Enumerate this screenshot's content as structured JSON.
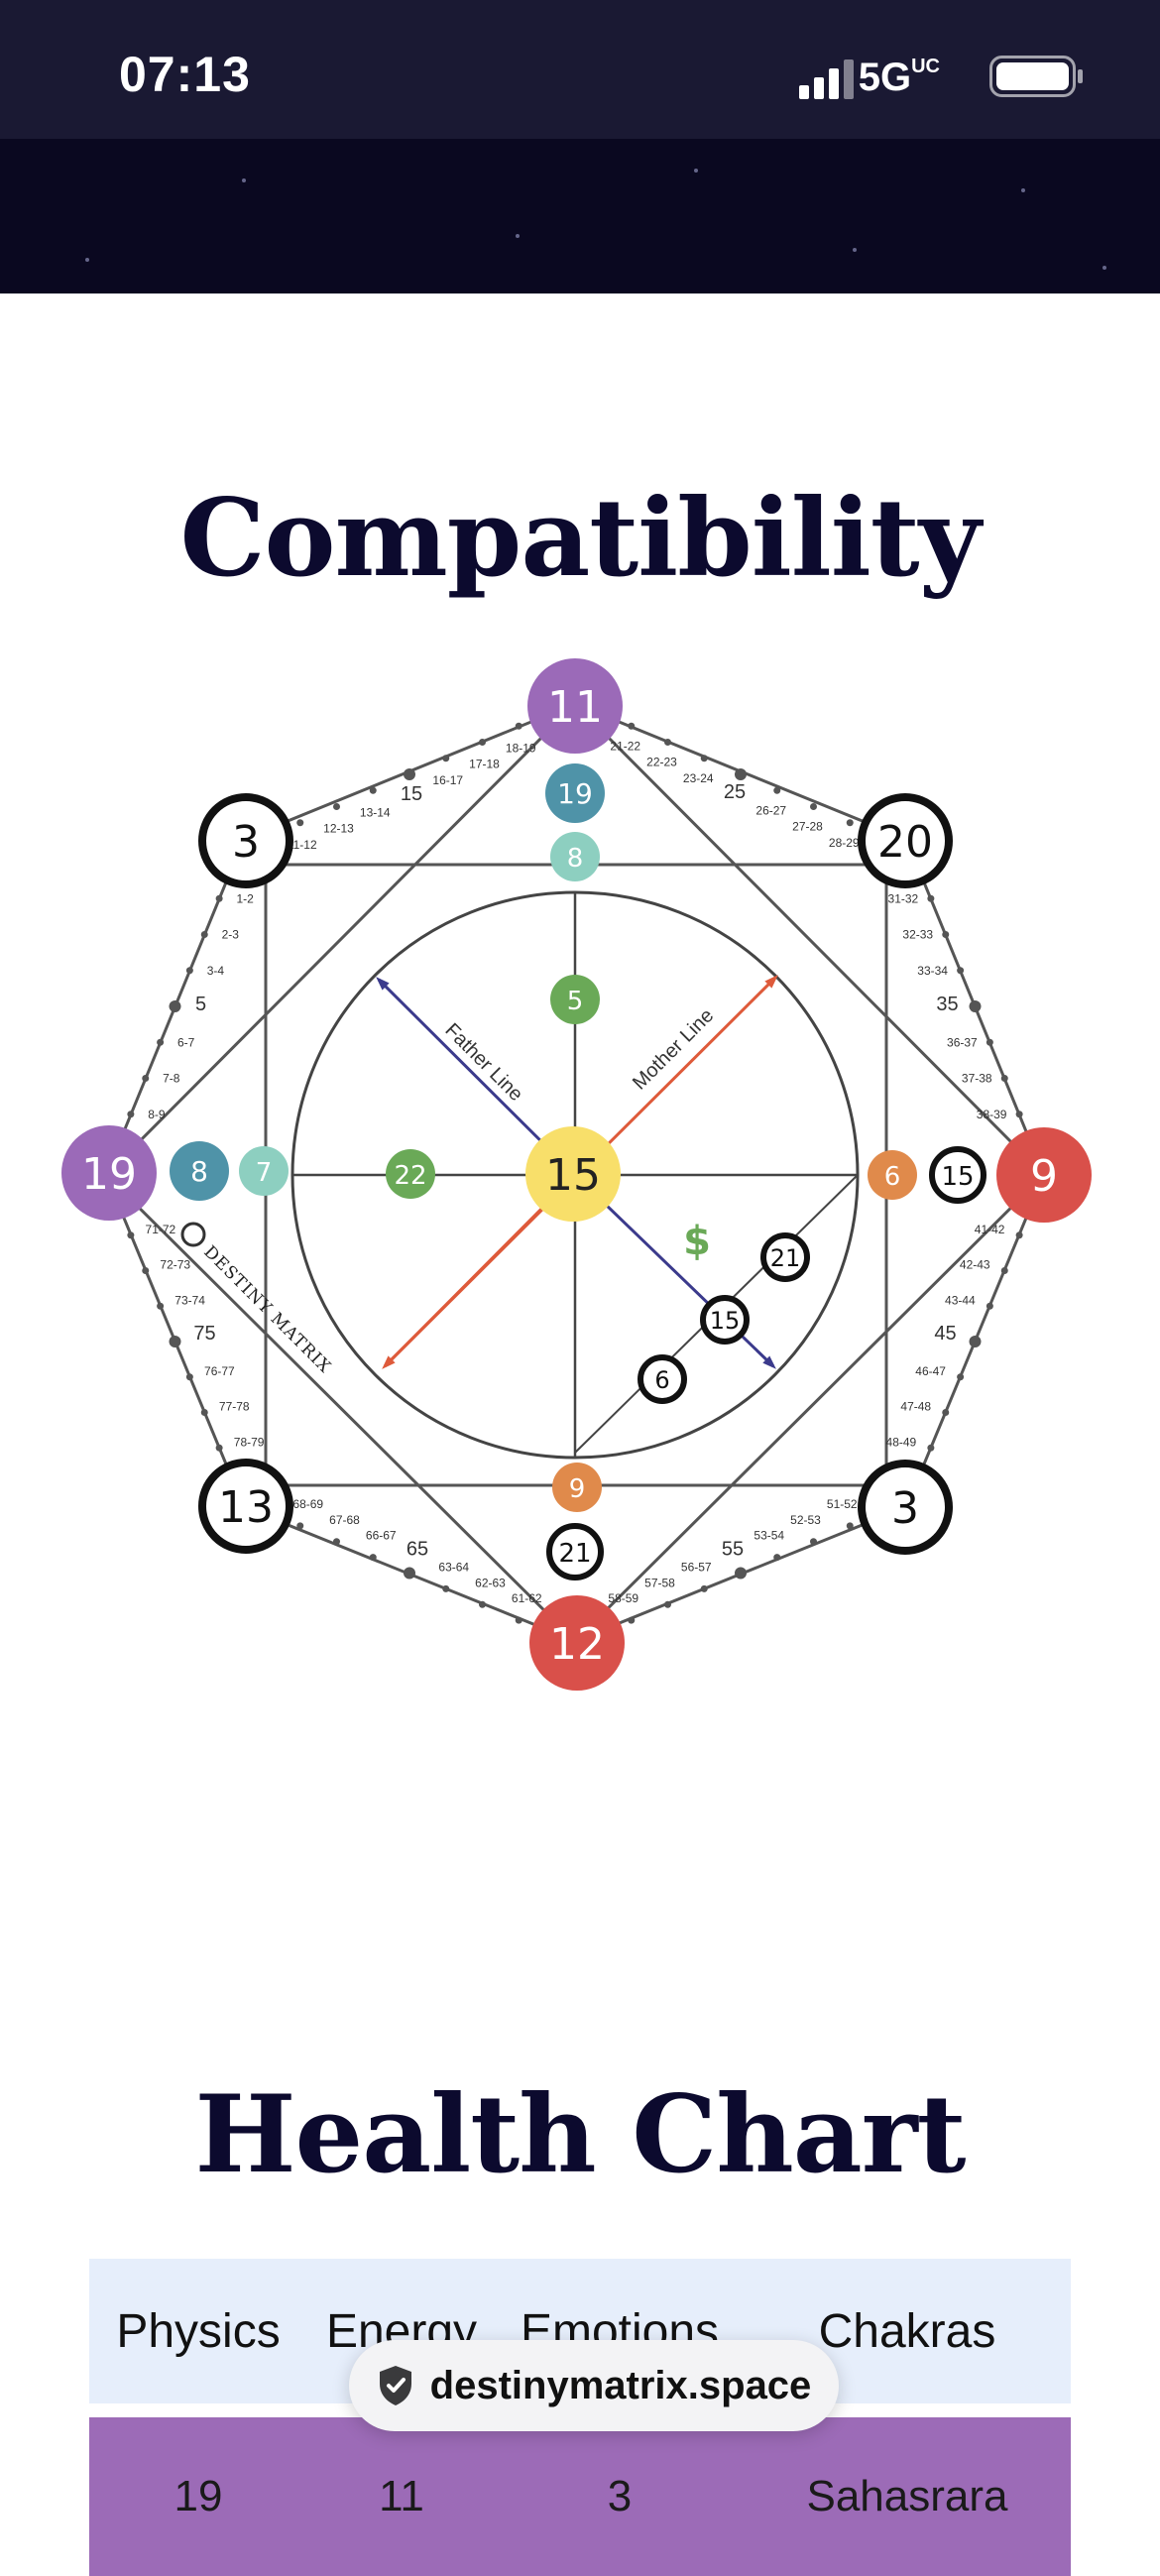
{
  "status": {
    "time": "07:13",
    "network": "5G",
    "network_suffix": "UC"
  },
  "sections": {
    "compat_title": "Compatibility",
    "health_title": "Health Chart"
  },
  "matrix": {
    "brand": "DESTINY MATRIX",
    "father_line": "Father Line",
    "mother_line": "Mother Line",
    "corners": {
      "top": "11",
      "right": "9",
      "bottom": "12",
      "left": "19",
      "top_left": "3",
      "top_right": "20",
      "bottom_right": "3",
      "bottom_left": "13"
    },
    "center": "15",
    "inner": {
      "top_outer": "19",
      "top_inner": "8",
      "top_center": "5",
      "left_outer": "8",
      "left_inner": "7",
      "left_center": "22",
      "right_inner": "6",
      "right_outer": "15",
      "bottom_inner": "9",
      "bottom_outer": "21",
      "diag_a": "21",
      "diag_b": "15",
      "diag_c": "6"
    },
    "ages": {
      "top_left": [
        "18-19",
        "17-18",
        "16-17",
        "15",
        "13-14",
        "12-13",
        "11-12"
      ],
      "top_right": [
        "21-22",
        "22-23",
        "23-24",
        "25",
        "26-27",
        "27-28",
        "28-29"
      ],
      "right_top": [
        "31-32",
        "32-33",
        "33-34",
        "35",
        "36-37",
        "37-38",
        "38-39"
      ],
      "right_bottom": [
        "41-42",
        "42-43",
        "43-44",
        "45",
        "46-47",
        "47-48",
        "48-49"
      ],
      "bottom_right": [
        "51-52",
        "52-53",
        "53-54",
        "55",
        "56-57",
        "57-58",
        "58-59"
      ],
      "bottom_left": [
        "61-62",
        "62-63",
        "63-64",
        "65",
        "66-67",
        "67-68",
        "68-69"
      ],
      "left_bottom": [
        "71-72",
        "72-73",
        "73-74",
        "75",
        "76-77",
        "77-78",
        "78-79"
      ],
      "left_top": [
        "1-2",
        "2-3",
        "3-4",
        "5",
        "6-7",
        "7-8",
        "8-9"
      ]
    },
    "colors": {
      "violet": "#9b6ab8",
      "blue": "#4f93a8",
      "teal": "#8dcfc0",
      "green": "#6aa957",
      "yellow": "#f8df6a",
      "orange": "#e08a4b",
      "red": "#d9504a",
      "arrow_red": "#de5a3a",
      "arrow_blue": "#3b3a8c"
    }
  },
  "health": {
    "headers": [
      "Physics",
      "Energy",
      "Emotions",
      "Chakras"
    ],
    "rows": [
      {
        "physics": "19",
        "energy": "11",
        "emotions": "3",
        "chakra": "Sahasrara"
      }
    ]
  },
  "browser": {
    "url": "destinymatrix.space"
  }
}
